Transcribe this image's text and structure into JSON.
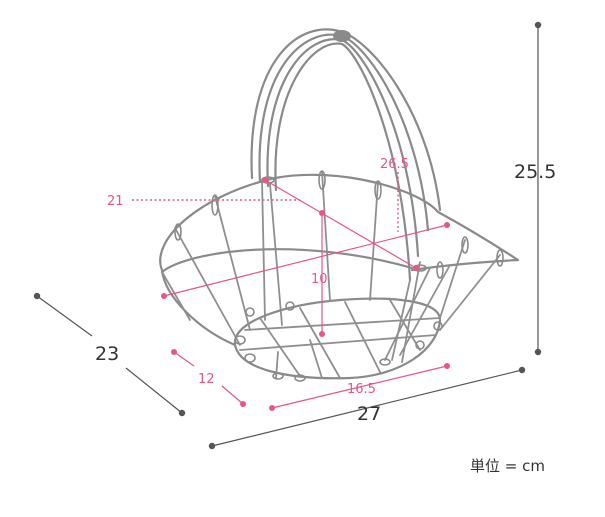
{
  "dimensions": {
    "height": "25.5",
    "width": "27",
    "depth": "23",
    "inner_top_width": "26.5",
    "inner_top_depth": "21",
    "inner_height": "10",
    "base_width": "16.5",
    "base_depth": "12"
  },
  "unit_label": "単位 = cm",
  "colors": {
    "wire": "#8a8a8a",
    "outer_dimension": "#555555",
    "inner_dimension": "#e8558a"
  }
}
